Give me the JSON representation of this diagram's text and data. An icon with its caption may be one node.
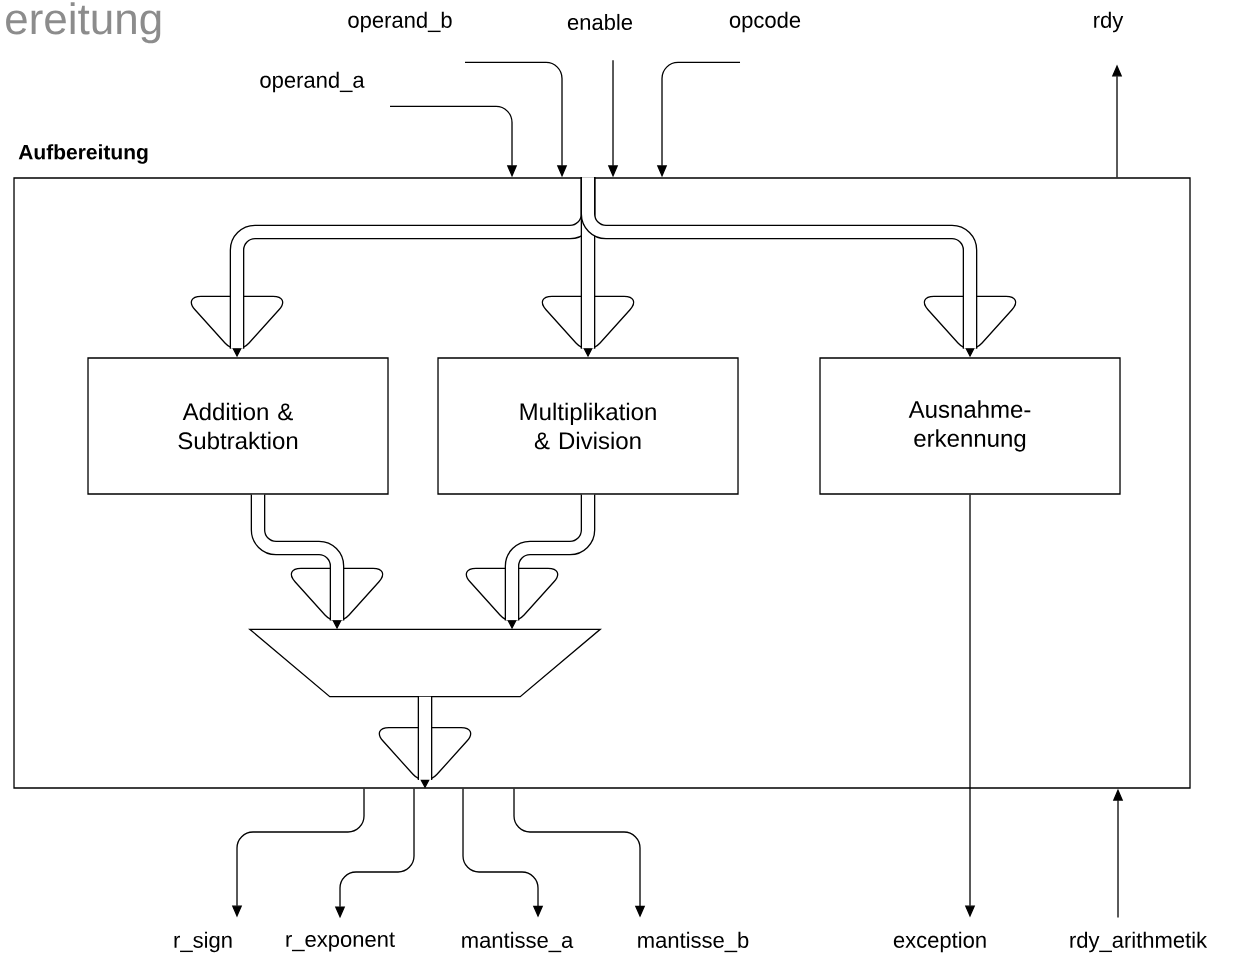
{
  "diagram": {
    "title": "ereitung",
    "nodes": [
      {
        "text": [
          "Aufbereitung"
        ]
      },
      {
        "text": [
          "Addition & Subtraktion"
        ],
        "in": 0
      },
      {
        "text": [
          "Multiplikation & Division"
        ],
        "in": 0
      },
      {
        "text": [
          "Ausnahme-erkennung"
        ],
        "in": 0
      },
      {
        "text": [],
        "shape": "trapezoid",
        "in": 0
      },
      {
        "text": [
          "operand_b"
        ]
      },
      {
        "text": [
          "enable"
        ]
      },
      {
        "text": [
          "opcode"
        ]
      },
      {
        "text": [
          "rdy"
        ]
      },
      {
        "text": [
          "operand_a"
        ]
      },
      {
        "text": [
          "r_sign"
        ]
      },
      {
        "text": [
          "r_exponent"
        ]
      },
      {
        "text": [
          "mantisse_a"
        ]
      },
      {
        "text": [
          "mantisse_b"
        ]
      },
      {
        "text": [
          "exception"
        ]
      },
      {
        "text": [
          "rdy_arithmetik"
        ]
      }
    ],
    "edges": [
      {
        "from": 0,
        "to": 1,
        "arrow": "to",
        "style": "thick"
      },
      {
        "from": 0,
        "to": 2,
        "arrow": "to",
        "style": "thick"
      },
      {
        "from": 0,
        "to": 3,
        "arrow": "to",
        "style": "thick"
      },
      {
        "from": 1,
        "to": 4,
        "arrow": "to",
        "style": "thick"
      },
      {
        "from": 2,
        "to": 4,
        "arrow": "to",
        "style": "thick"
      },
      {
        "from": 4,
        "to": 0,
        "arrow": "to",
        "style": "thick"
      },
      {
        "from": 9,
        "to": 0,
        "arrow": "to"
      },
      {
        "from": 5,
        "to": 0,
        "arrow": "to"
      },
      {
        "from": 6,
        "to": 0,
        "arrow": "to"
      },
      {
        "from": 7,
        "to": 0,
        "arrow": "to"
      },
      {
        "from": 0,
        "to": 8,
        "arrow": "to"
      },
      {
        "from": 0,
        "to": 10,
        "arrow": "to"
      },
      {
        "from": 0,
        "to": 11,
        "arrow": "to"
      },
      {
        "from": 0,
        "to": 12,
        "arrow": "to"
      },
      {
        "from": 0,
        "to": 13,
        "arrow": "to"
      },
      {
        "from": 3,
        "to": 14,
        "arrow": "to"
      },
      {
        "from": 15,
        "to": 0,
        "arrow": "to"
      }
    ]
  }
}
